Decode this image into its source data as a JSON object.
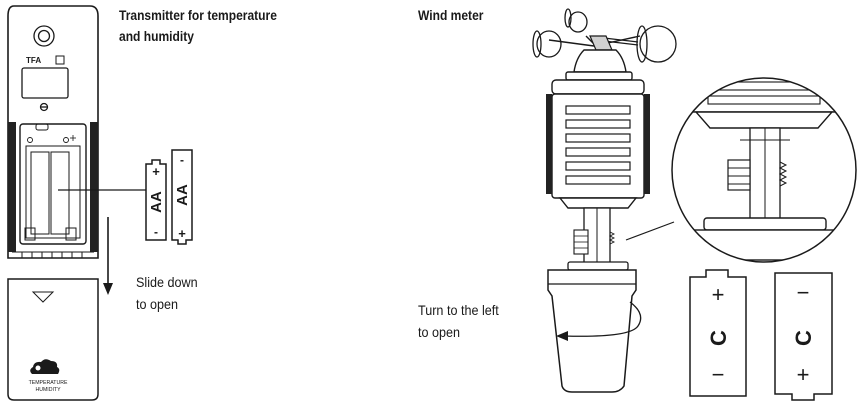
{
  "headings": {
    "transmitter_line1": "Transmitter for temperature",
    "transmitter_line2": "and humidity",
    "wind_meter": "Wind meter"
  },
  "captions": {
    "slide_line1": "Slide down",
    "slide_line2": "to open",
    "turn_line1": "Turn to the left",
    "turn_line2": "to open"
  },
  "device": {
    "logo": "TFA",
    "cover_line1": "TEMPERATURE",
    "cover_line2": "HUMIDITY"
  },
  "batteries_aa": [
    {
      "label": "AA",
      "top_sign": "+",
      "bottom_sign": "-"
    },
    {
      "label": "AA",
      "top_sign": "-",
      "bottom_sign": "+"
    }
  ],
  "batteries_c": [
    {
      "label": "C",
      "top_sign": "+",
      "bottom_sign": "−"
    },
    {
      "label": "C",
      "top_sign": "−",
      "bottom_sign": "+"
    }
  ],
  "colors": {
    "line": "#1a1a1a",
    "fill": "#ffffff",
    "shade": "#bdbdbd"
  }
}
